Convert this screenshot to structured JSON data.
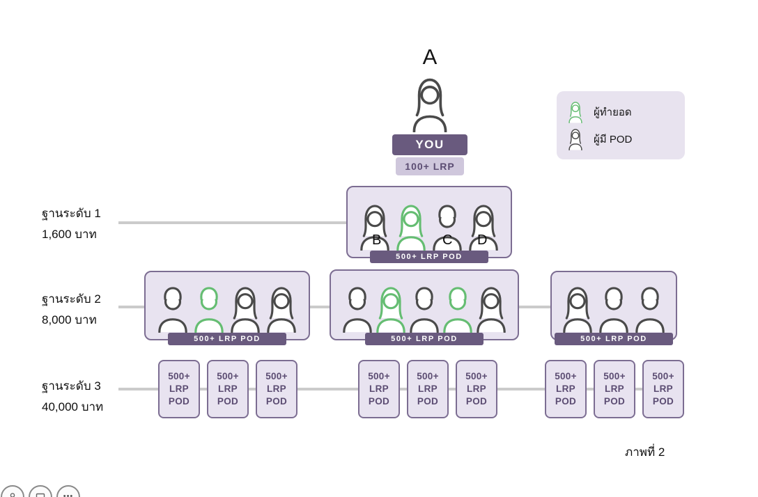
{
  "figure": {
    "top_letter": "A",
    "caption": "ภาพที่ 2"
  },
  "you": {
    "label": "YOU",
    "lrp_label": "100+ LRP",
    "person": {
      "gender": "woman",
      "color": "dark"
    }
  },
  "legend": {
    "items": [
      {
        "label": "ผู้ทำยอด",
        "gender": "woman",
        "color": "green"
      },
      {
        "label": "ผู้มี POD",
        "gender": "woman",
        "color": "dark"
      }
    ]
  },
  "levels": [
    {
      "title": "ฐานระดับ 1",
      "amount": "1,600 บาท"
    },
    {
      "title": "ฐานระดับ 2",
      "amount": "8,000 บาท"
    },
    {
      "title": "ฐานระดับ 3",
      "amount": "40,000 บาท"
    }
  ],
  "level1": {
    "group": {
      "banner": "500+ LRP POD",
      "people": [
        {
          "gender": "woman",
          "color": "dark"
        },
        {
          "gender": "woman",
          "color": "green"
        },
        {
          "gender": "man",
          "color": "dark"
        },
        {
          "gender": "woman",
          "color": "dark"
        }
      ]
    },
    "tags": [
      "B",
      "C",
      "D"
    ]
  },
  "level2": {
    "groups": [
      {
        "banner": "500+ LRP POD",
        "people": [
          {
            "gender": "man",
            "color": "dark"
          },
          {
            "gender": "man",
            "color": "green"
          },
          {
            "gender": "woman",
            "color": "dark"
          },
          {
            "gender": "woman",
            "color": "dark"
          }
        ]
      },
      {
        "banner": "500+ LRP POD",
        "people": [
          {
            "gender": "man",
            "color": "dark"
          },
          {
            "gender": "woman",
            "color": "green"
          },
          {
            "gender": "man",
            "color": "dark"
          },
          {
            "gender": "man",
            "color": "green"
          },
          {
            "gender": "woman",
            "color": "dark"
          }
        ]
      },
      {
        "banner": "500+ LRP POD",
        "people": [
          {
            "gender": "woman",
            "color": "dark"
          },
          {
            "gender": "man",
            "color": "dark"
          },
          {
            "gender": "man",
            "color": "dark"
          }
        ]
      }
    ]
  },
  "level3": {
    "groups": [
      [
        [
          "500+",
          "LRP",
          "POD"
        ],
        [
          "500+",
          "LRP",
          "POD"
        ],
        [
          "500+",
          "LRP",
          "POD"
        ]
      ],
      [
        [
          "500+",
          "LRP",
          "POD"
        ],
        [
          "500+",
          "LRP",
          "POD"
        ],
        [
          "500+",
          "LRP",
          "POD"
        ]
      ],
      [
        [
          "500+",
          "LRP",
          "POD"
        ],
        [
          "500+",
          "LRP",
          "POD"
        ],
        [
          "500+",
          "LRP",
          "POD"
        ]
      ]
    ]
  },
  "colors": {
    "highlight_green": "#65bd72",
    "person_outline": "#4a4a4a",
    "purple_dark": "#695a7e",
    "purple_border": "#7c6d92",
    "lavender": "#e8e3f0",
    "line_gray": "#cbcbcb"
  }
}
